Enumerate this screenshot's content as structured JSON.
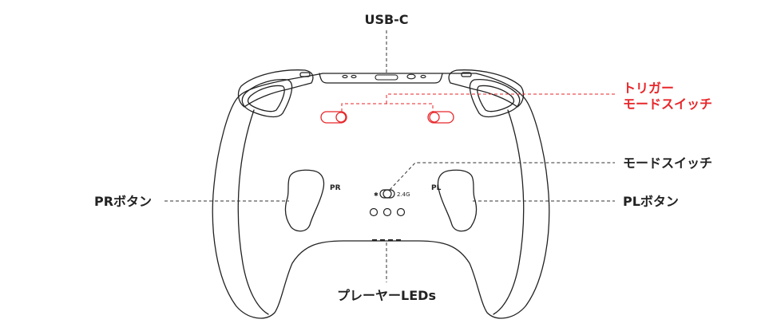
{
  "colors": {
    "outline": "#222222",
    "leader": "#333333",
    "accent": "#e8262a"
  },
  "labels": {
    "usb": "USB-C",
    "trigger_line1": "トリガー",
    "trigger_line2": "モードスイッチ",
    "mode_switch": "モードスイッチ",
    "pr_button": "PRボタン",
    "pl_button": "PLボタン",
    "player_leds": "プレーヤーLEDs"
  },
  "controller_marks": {
    "pr": "PR",
    "pl": "PL",
    "wireless": "2.4G",
    "bluetooth_icon": "bluetooth-icon"
  }
}
